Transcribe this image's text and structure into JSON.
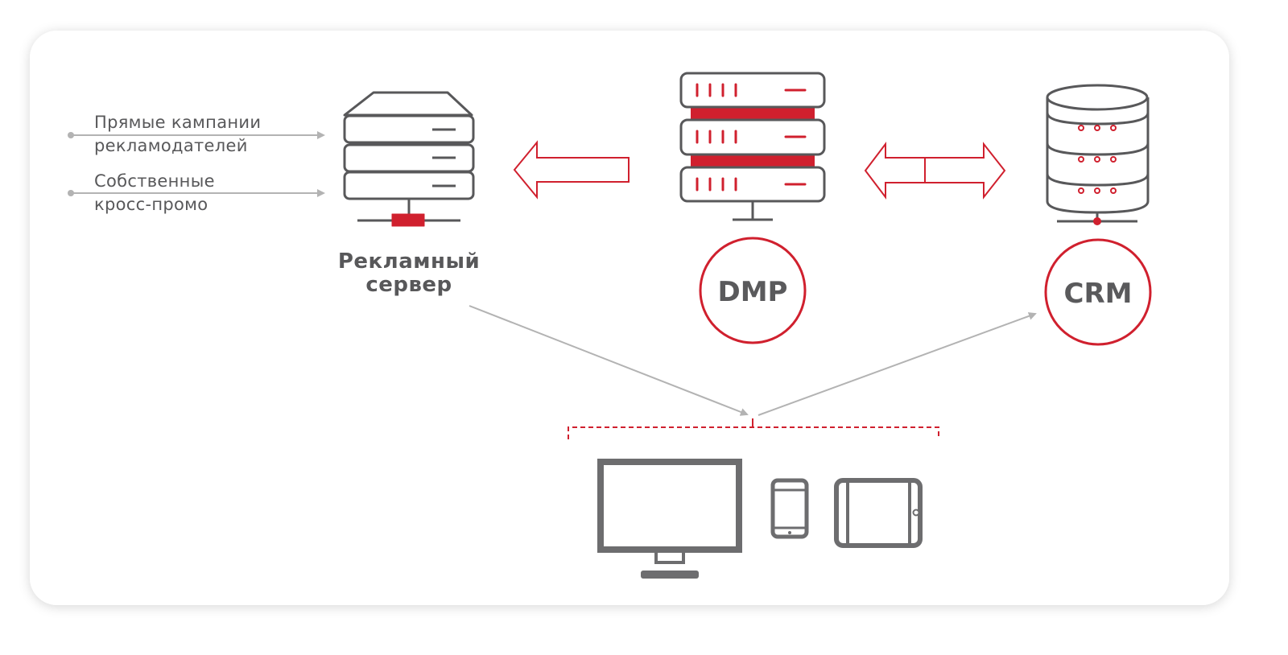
{
  "inputs": {
    "direct_campaigns": {
      "line1": "Прямые кампании",
      "line2": "рекламодателей"
    },
    "own_promo": {
      "line1": "Собственные",
      "line2": "кросс-промо"
    }
  },
  "nodes": {
    "ad_server": {
      "line1": "Рекламный",
      "line2": "сервер",
      "icon": "server-stack-icon"
    },
    "dmp": {
      "label": "DMP",
      "icon": "server-rack-icon"
    },
    "crm": {
      "label": "CRM",
      "icon": "database-icon"
    }
  },
  "devices": [
    "desktop-monitor-icon",
    "smartphone-icon",
    "tablet-icon"
  ],
  "colors": {
    "accent": "#d0202e",
    "icon_gray": "#58585a",
    "device_gray": "#6d6d6f",
    "connector_gray": "#b3b3b3",
    "panel_bg": "#ffffff"
  }
}
